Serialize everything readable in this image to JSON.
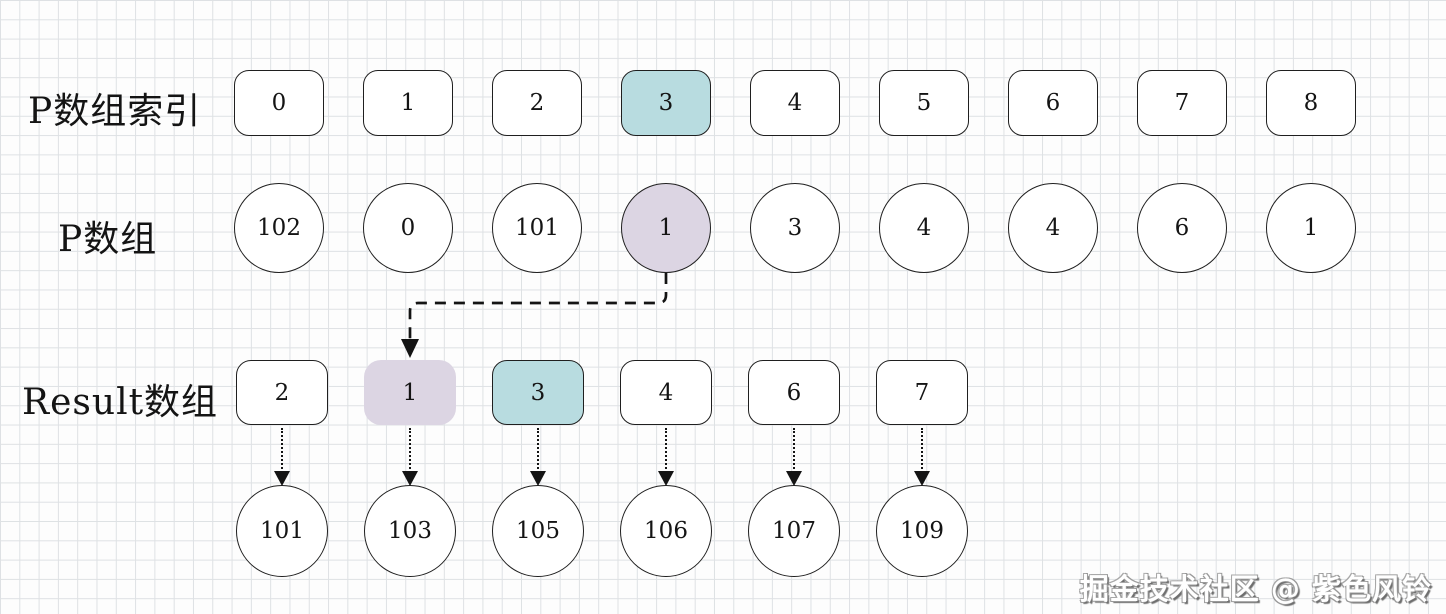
{
  "rows": {
    "p_index": {
      "label": "P数组索引",
      "values": [
        "0",
        "1",
        "2",
        "3",
        "4",
        "5",
        "6",
        "7",
        "8"
      ],
      "highlighted_index": 3,
      "highlight_color_name": "teal"
    },
    "p_array": {
      "label": "P数组",
      "values": [
        "102",
        "0",
        "101",
        "1",
        "3",
        "4",
        "4",
        "6",
        "1"
      ],
      "highlighted_index": 3,
      "highlight_color_name": "purple"
    },
    "result": {
      "label": "Result数组",
      "values": [
        "2",
        "1",
        "3",
        "4",
        "6",
        "7"
      ],
      "purple_highlight_index": 1,
      "teal_highlight_index": 2
    },
    "result_values": {
      "values": [
        "101",
        "103",
        "105",
        "106",
        "107",
        "109"
      ]
    }
  },
  "connector": {
    "style": "dashed-elbow-arrow",
    "from": "P数组 index 3 (value 1)",
    "to": "Result数组 index 1 (value 1)"
  },
  "watermark": {
    "text": "掘金技术社区 @ 紫色风铃"
  },
  "colors": {
    "teal": "#b8dce0",
    "purple": "#dcd5e3",
    "stroke": "#1f1f1f",
    "grid": "#dee1e4",
    "background": "#fdfdfd"
  }
}
